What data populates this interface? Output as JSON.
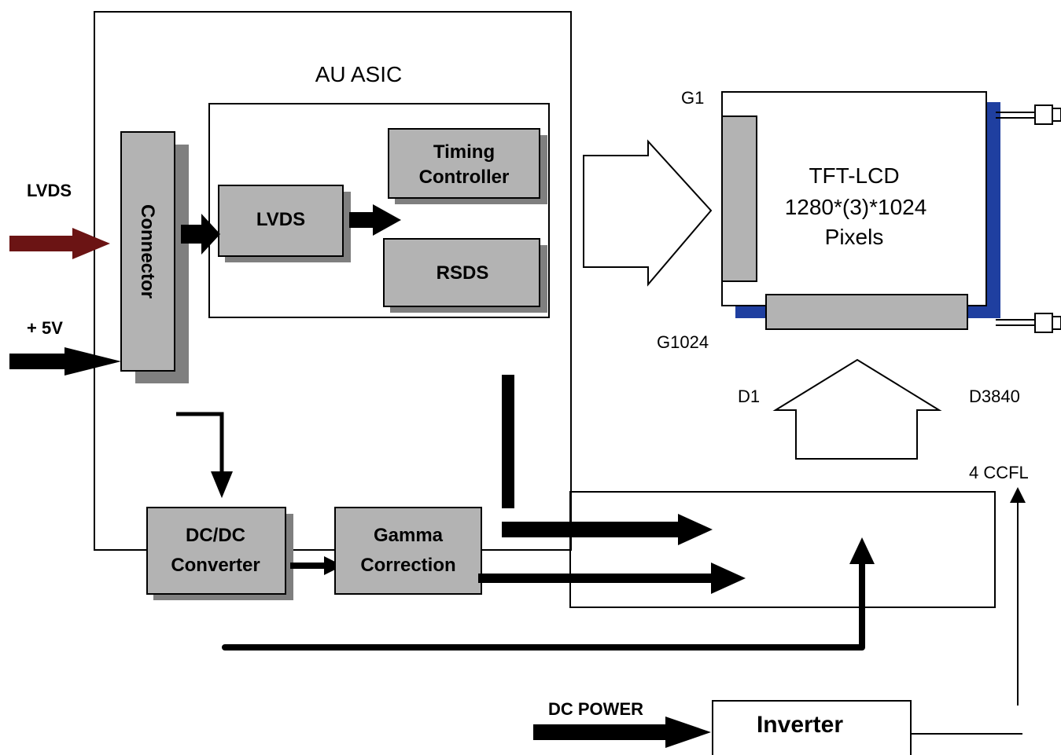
{
  "labels": {
    "asic": "AU ASIC",
    "lvds_in": "LVDS",
    "power_in": "+ 5V",
    "connector": "Connector",
    "lvds_block": "LVDS",
    "timing_line1": "Timing",
    "timing_line2": "Controller",
    "rsds": "RSDS",
    "dcdc_line1": "DC/DC",
    "dcdc_line2": "Converter",
    "gamma_line1": "Gamma",
    "gamma_line2": "Correction",
    "panel_line1": "TFT-LCD",
    "panel_line2": "1280*(3)*1024",
    "panel_line3": "Pixels",
    "g1": "G1",
    "g1024": "G1024",
    "d1": "D1",
    "d3840": "D3840",
    "ccfl": "4 CCFL",
    "dc_power": "DC POWER",
    "inverter": "Inverter"
  },
  "colors": {
    "block_fill": "#b3b3b3",
    "block_shadow": "#7f7f7f",
    "lvds_arrow": "#6b1414",
    "panel_edge": "#1f3fa0",
    "line": "#000000"
  }
}
